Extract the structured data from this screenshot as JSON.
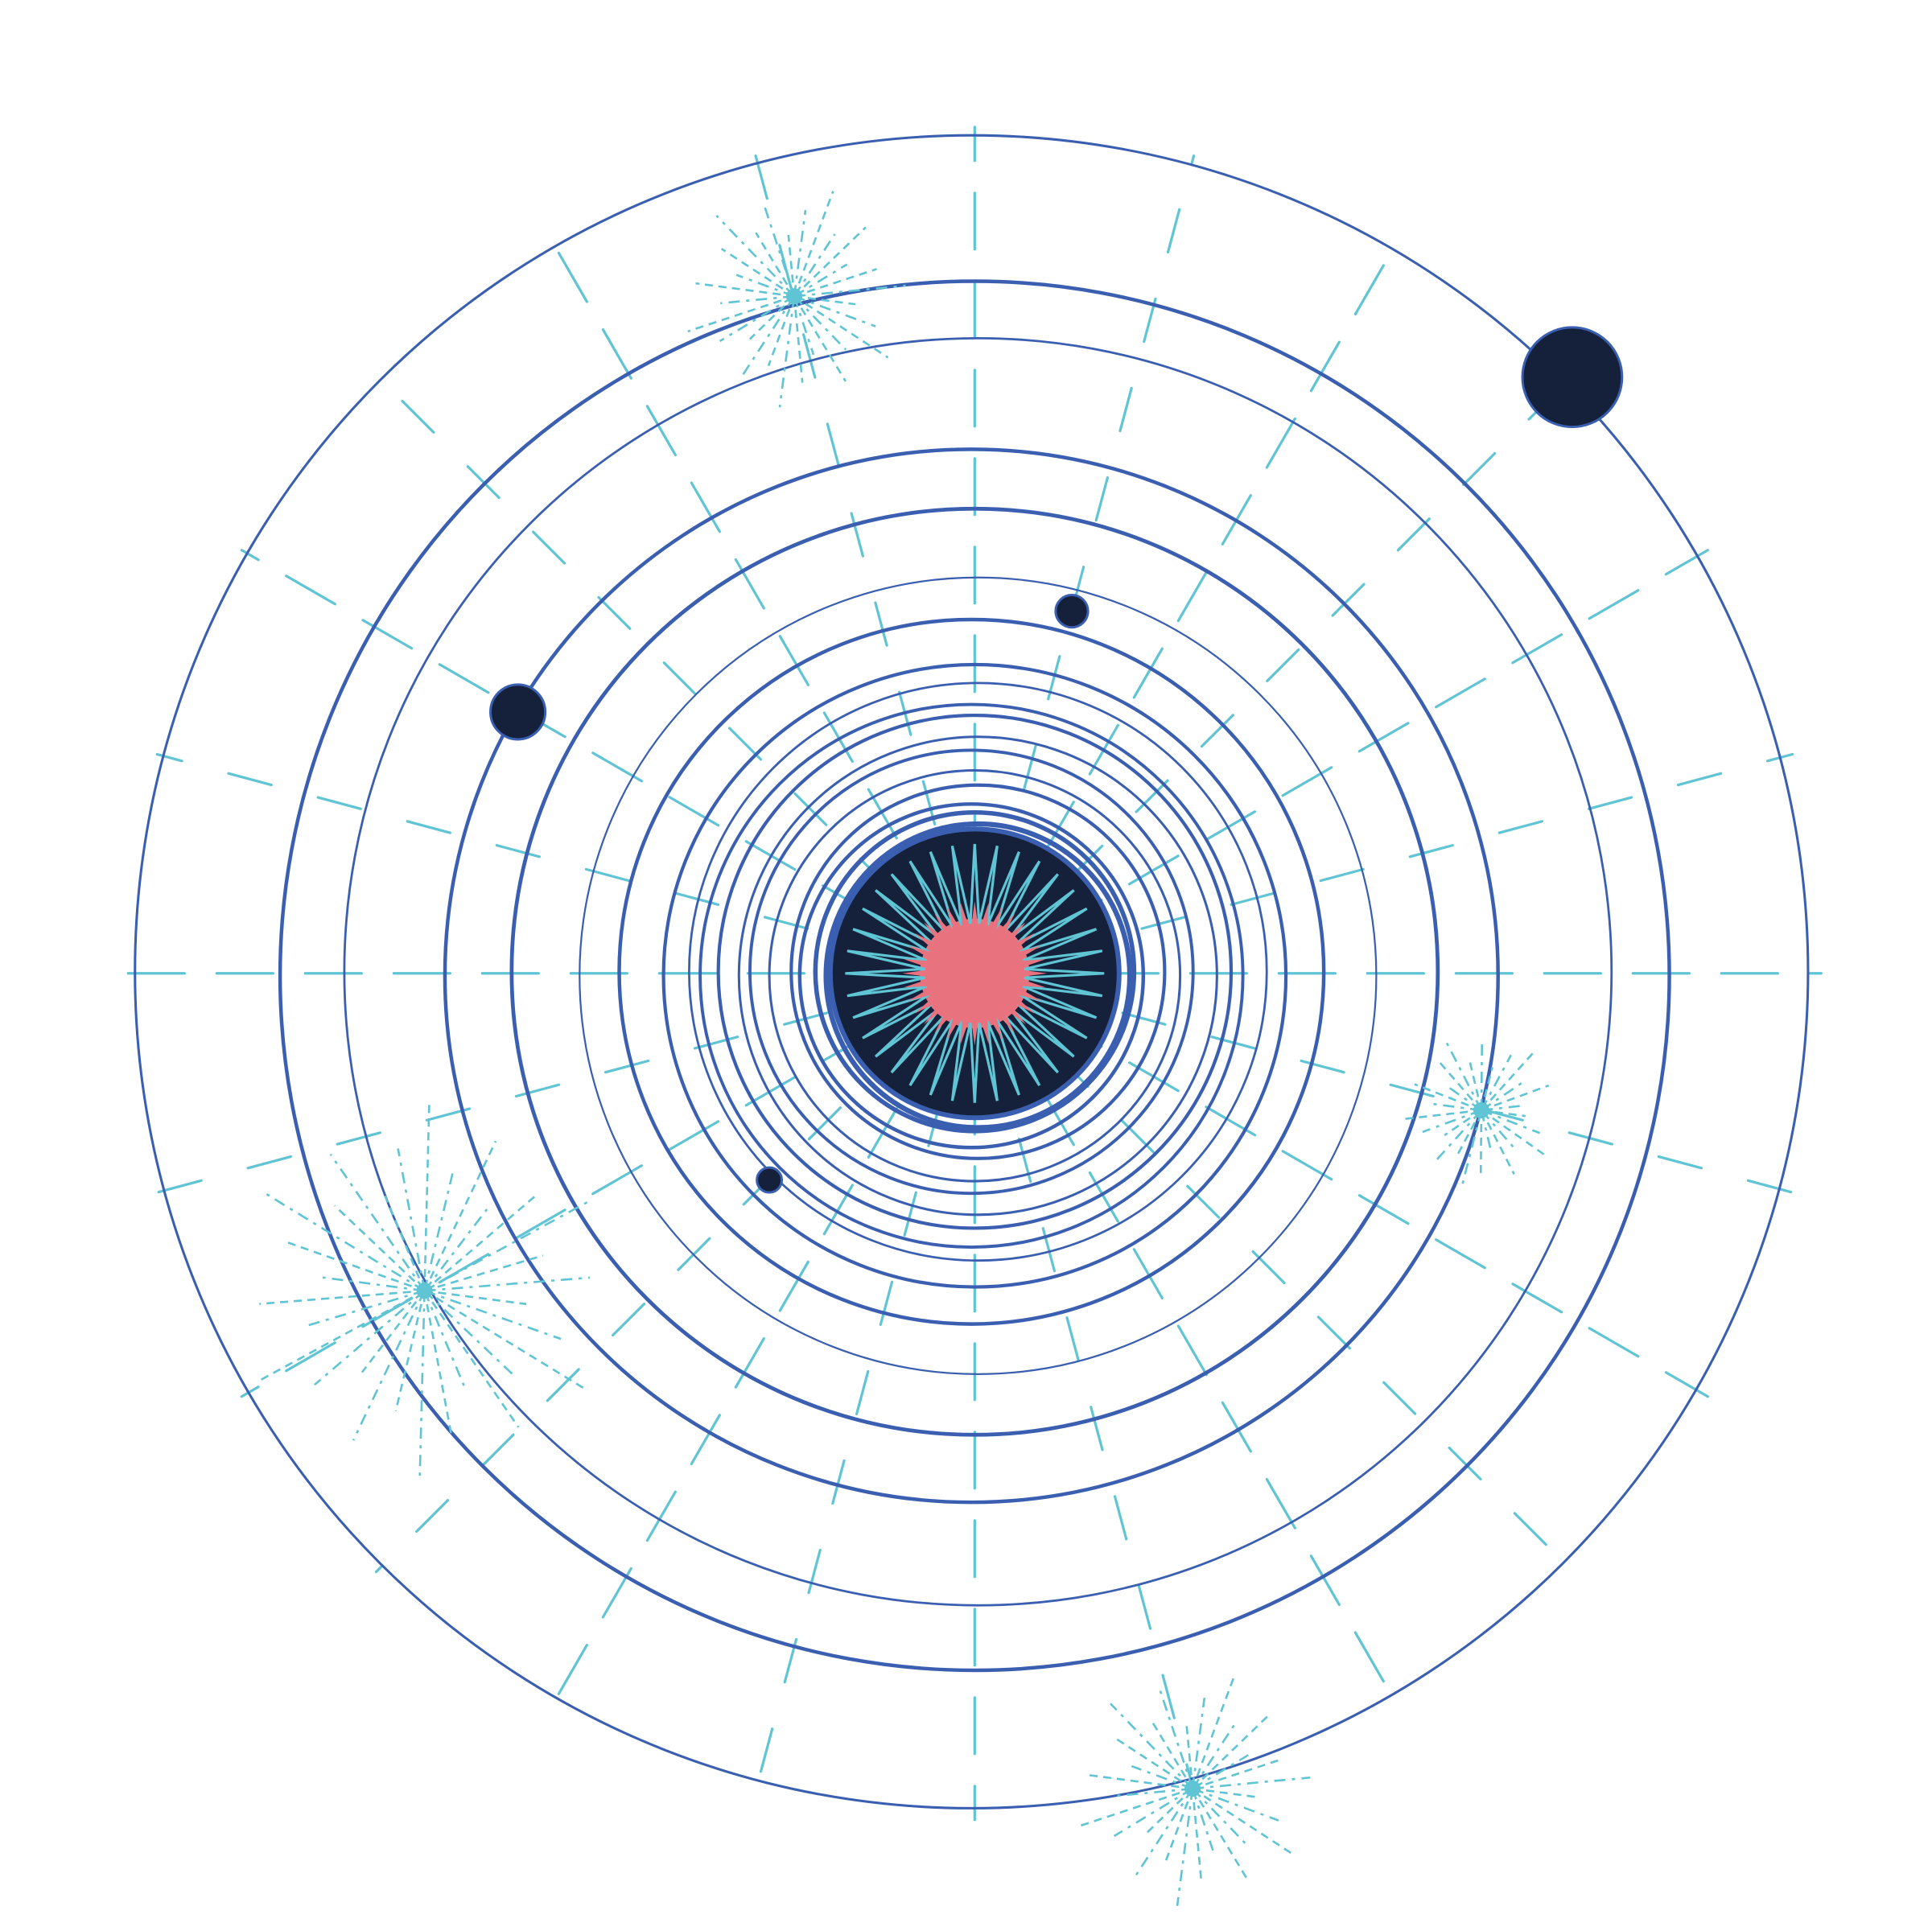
{
  "colors": {
    "background": "#ffffff",
    "orbit": "#3b5fb0",
    "guide": "#5fc4d4",
    "planet": "#15213a",
    "sun_core": "#15213a",
    "sun_glow": "#e8737f",
    "sun_rays": "#5fc4d4"
  },
  "scene": {
    "planets": [
      "planet-large",
      "planet-left",
      "planet-upper-small",
      "planet-lower-small"
    ],
    "starbursts": [
      "starburst-top",
      "starburst-left",
      "starburst-right",
      "starburst-bottom"
    ]
  }
}
